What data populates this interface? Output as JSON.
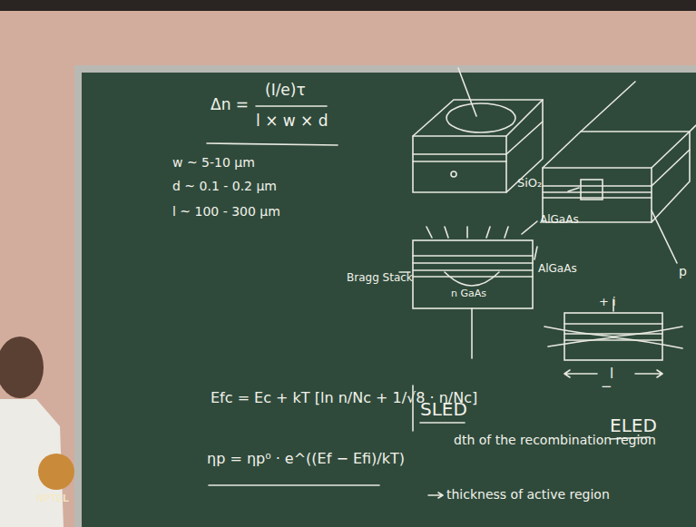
{
  "diagram": {
    "labels": [
      "Δn =",
      "(I/e)τ",
      "l × w × d",
      "w ~ 5-10 μm",
      "d ~ 0.1 - 0.2 μm",
      "l ~ 100 - 300 μm",
      "Efc = Ec + kT [ln n/Nc + 1/√8 · n/Nc]",
      "ηp = ηp⁰ · e^((Ef − Efi)/kT)",
      "SLED",
      "dth of the recombination region",
      "thickness of active region",
      "AlGaAs",
      "AlGaAs",
      "n GaAs",
      "Bragg Stack",
      "SiO₂",
      "p",
      "+ i",
      "−",
      "l",
      "ELED",
      "NPTEL"
    ]
  }
}
